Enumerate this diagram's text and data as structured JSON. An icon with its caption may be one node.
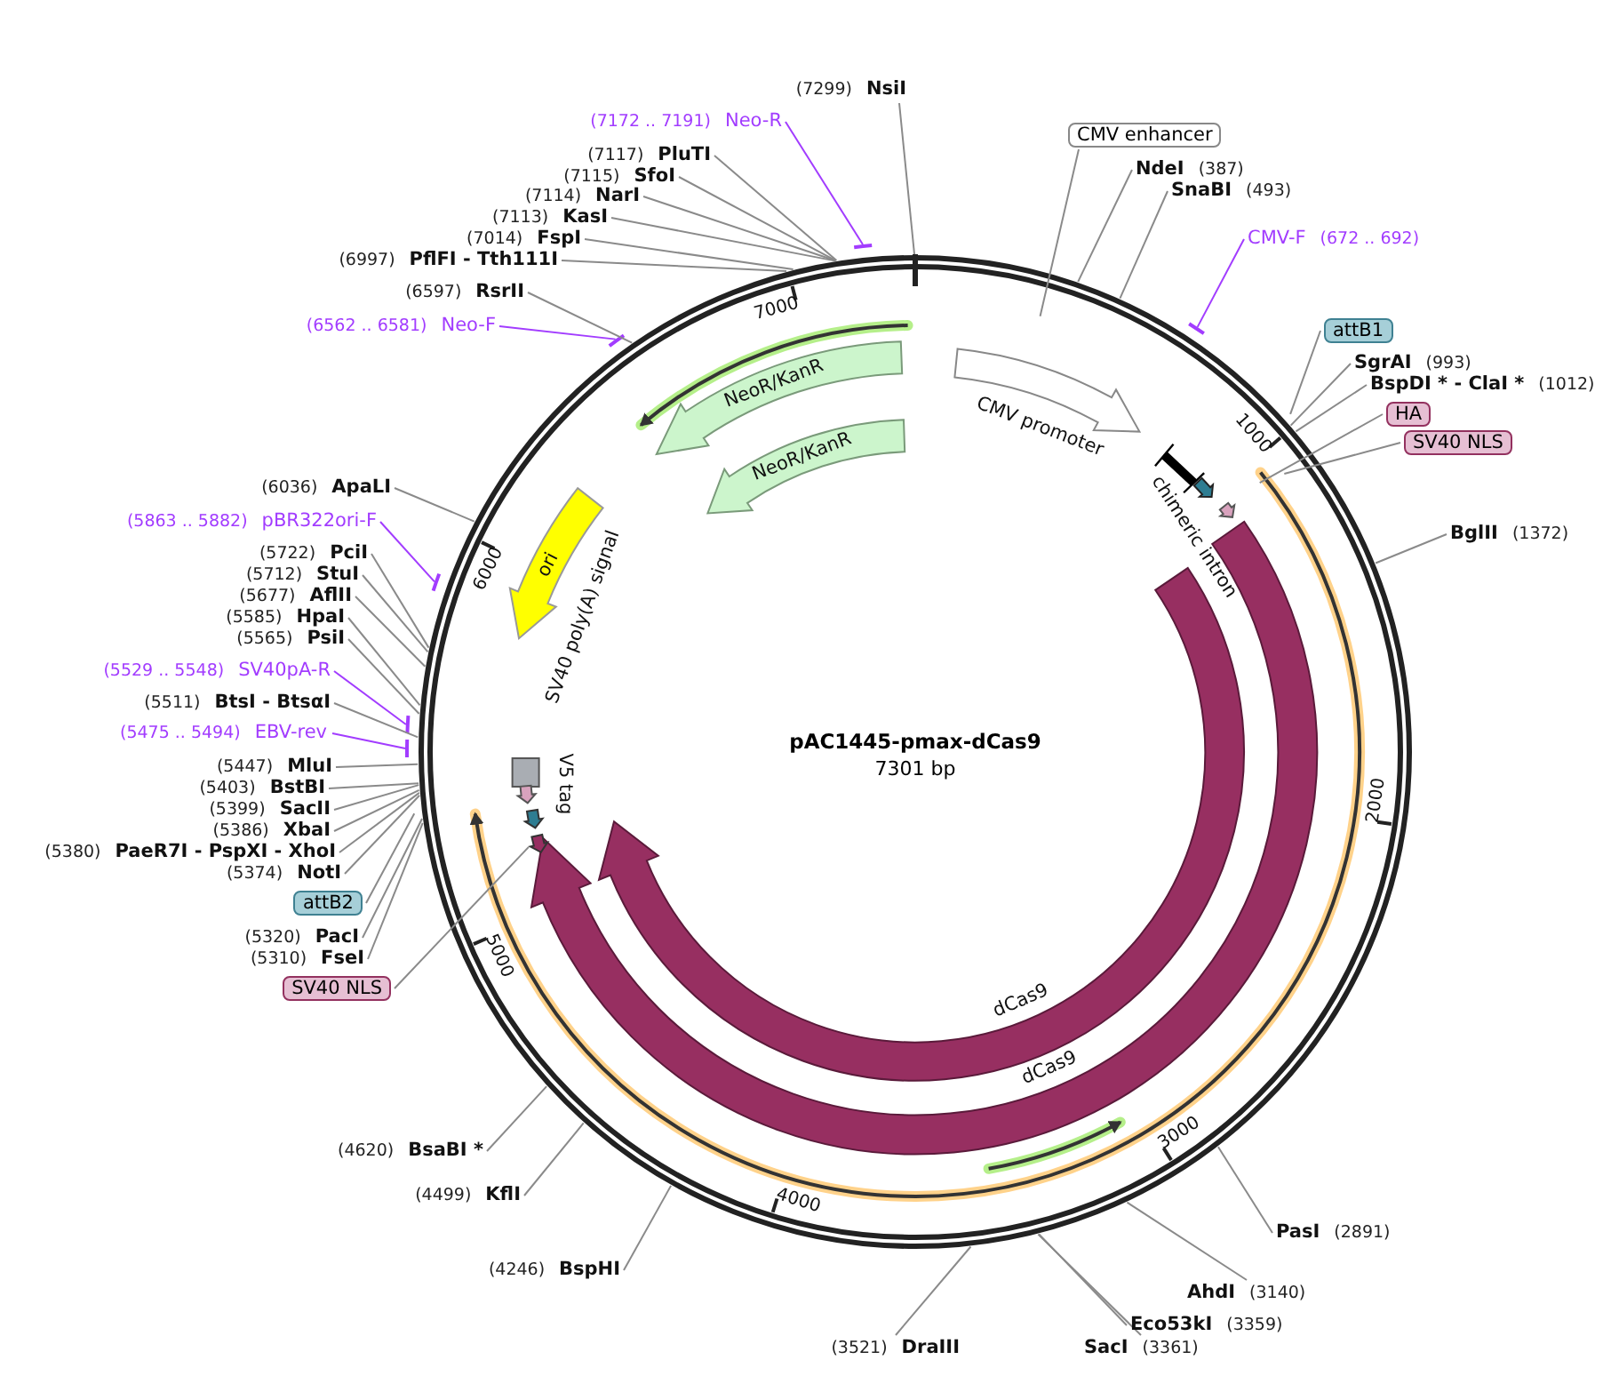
{
  "diagram": {
    "title": "pAC1445-pmax-dCas9",
    "nodes": [
      {
        "text": [
          "NsiI"
        ],
        "beside": [
          "(7299)"
        ]
      },
      {
        "text": [
          "Neo-R"
        ],
        "beside": [
          "(7172 .. 7191)"
        ]
      },
      {
        "text": [
          "PluTI"
        ],
        "beside": [
          "(7117)"
        ]
      },
      {
        "text": [
          "SfoI"
        ],
        "beside": [
          "(7115)"
        ]
      },
      {
        "text": [
          "NarI"
        ],
        "beside": [
          "(7114)"
        ]
      },
      {
        "text": [
          "KasI"
        ],
        "beside": [
          "(7113)"
        ]
      },
      {
        "text": [
          "FspI"
        ],
        "beside": [
          "(7014)"
        ]
      },
      {
        "text": [
          "PflFI - Tth111I"
        ],
        "beside": [
          "(6997)"
        ]
      },
      {
        "text": [
          "CMV enhancer"
        ]
      },
      {
        "text": [
          "NdeI"
        ],
        "beside": [
          "(387)"
        ]
      },
      {
        "text": [
          "SnaBI"
        ],
        "beside": [
          "(493)"
        ]
      },
      {
        "text": [
          "CMV-F"
        ],
        "beside": [
          "(672 .. 692)"
        ]
      },
      {
        "text": [
          "RsrII"
        ],
        "beside": [
          "(6597)"
        ]
      },
      {
        "text": [
          "Neo-F"
        ],
        "beside": [
          "(6562 .. 6581)"
        ]
      },
      {
        "text": [
          "attB1"
        ]
      },
      {
        "text": [
          "SgrAI"
        ],
        "beside": [
          "(993)"
        ]
      },
      {
        "text": [
          "BspDI * - ClaI *"
        ],
        "beside": [
          "(1012)"
        ]
      },
      {
        "text": [
          "HA"
        ]
      },
      {
        "text": [
          "SV40 NLS"
        ]
      },
      {
        "text": [
          "NeoR/KanR"
        ]
      },
      {
        "text": [
          "CMV promoter"
        ]
      },
      {
        "text": [
          "NeoR/KanR"
        ]
      },
      {
        "text": [
          "chimeric intron"
        ]
      },
      {
        "text": [
          "ApaLI"
        ],
        "beside": [
          "(6036)"
        ]
      },
      {
        "text": [
          "pBR322ori-F"
        ],
        "beside": [
          "(5863 .. 5882)"
        ]
      },
      {
        "text": [
          "ori"
        ]
      },
      {
        "text": [
          "BglII"
        ],
        "beside": [
          "(1372)"
        ]
      },
      {
        "text": [
          "PciI"
        ],
        "beside": [
          "(5722)"
        ]
      },
      {
        "text": [
          "StuI"
        ],
        "beside": [
          "(5712)"
        ]
      },
      {
        "text": [
          "AflII"
        ],
        "beside": [
          "(5677)"
        ]
      },
      {
        "text": [
          "HpaI"
        ],
        "beside": [
          "(5585)"
        ]
      },
      {
        "text": [
          "PsiI"
        ],
        "beside": [
          "(5565)"
        ]
      },
      {
        "text": [
          "SV40 poly(A) signal"
        ]
      },
      {
        "text": [
          "SV40pA-R"
        ],
        "beside": [
          "(5529 .. 5548)"
        ]
      },
      {
        "text": [
          "BtsI - BtsαI"
        ],
        "beside": [
          "(5511)"
        ]
      },
      {
        "text": [
          "EBV-rev"
        ],
        "beside": [
          "(5475 .. 5494)"
        ]
      },
      {
        "text": [
          "MluI"
        ],
        "beside": [
          "(5447)"
        ]
      },
      {
        "text": [
          "V5 tag"
        ]
      },
      {
        "text": [
          "BstBI"
        ],
        "beside": [
          "(5403)"
        ]
      },
      {
        "text": [
          "SacII"
        ],
        "beside": [
          "(5399)"
        ]
      },
      {
        "text": [
          "XbaI"
        ],
        "beside": [
          "(5386)"
        ]
      },
      {
        "text": [
          "PaeR7I - PspXI - XhoI"
        ],
        "beside": [
          "(5380)"
        ]
      },
      {
        "text": [
          "NotI"
        ],
        "beside": [
          "(5374)"
        ]
      },
      {
        "text": [
          "attB2"
        ]
      },
      {
        "text": [
          "PacI"
        ],
        "beside": [
          "(5320)"
        ]
      },
      {
        "text": [
          "FseI"
        ],
        "beside": [
          "(5310)"
        ]
      },
      {
        "text": [
          "SV40 NLS"
        ]
      },
      {
        "text": [
          "dCas9"
        ]
      },
      {
        "text": [
          "dCas9"
        ]
      },
      {
        "text": [
          "BsaBI *"
        ],
        "beside": [
          "(4620)"
        ]
      },
      {
        "text": [
          "KflI"
        ],
        "beside": [
          "(4499)"
        ]
      },
      {
        "text": [
          "PasI"
        ],
        "beside": [
          "(2891)"
        ]
      },
      {
        "text": [
          "BspHI"
        ],
        "beside": [
          "(4246)"
        ]
      },
      {
        "text": [
          "AhdI"
        ],
        "beside": [
          "(3140)"
        ]
      },
      {
        "text": [
          "Eco53kI"
        ],
        "beside": [
          "(3359)"
        ]
      },
      {
        "text": [
          "DraIII"
        ],
        "beside": [
          "(3521)"
        ]
      },
      {
        "text": [
          "SacI"
        ],
        "beside": [
          "(3361)"
        ]
      },
      {
        "text": [],
        "shape": "arrow"
      }
    ],
    "edges": [
      {
        "from": 0,
        "to": null,
        "arrow": "none"
      },
      {
        "from": 1,
        "to": null,
        "arrow": "none",
        "color": "#a23cff"
      },
      {
        "from": 2,
        "to": null,
        "arrow": "none"
      },
      {
        "from": 3,
        "to": null,
        "arrow": "none"
      },
      {
        "from": 4,
        "to": null,
        "arrow": "none"
      },
      {
        "from": 5,
        "to": null,
        "arrow": "none"
      },
      {
        "from": 6,
        "to": null,
        "arrow": "none"
      },
      {
        "from": 7,
        "to": null,
        "arrow": "none"
      },
      {
        "from": 8,
        "to": null,
        "arrow": "none"
      },
      {
        "from": 9,
        "to": null,
        "arrow": "none"
      },
      {
        "from": 10,
        "to": null,
        "arrow": "none"
      },
      {
        "from": 11,
        "to": null,
        "arrow": "none",
        "color": "#a23cff"
      },
      {
        "from": 12,
        "to": null,
        "arrow": "none"
      },
      {
        "from": 13,
        "to": null,
        "arrow": "none",
        "color": "#a23cff"
      },
      {
        "from": 14,
        "to": null,
        "arrow": "none"
      },
      {
        "from": 15,
        "to": null,
        "arrow": "none"
      },
      {
        "from": 16,
        "to": null,
        "arrow": "none"
      },
      {
        "from": 17,
        "to": null,
        "arrow": "none"
      },
      {
        "from": 18,
        "to": null,
        "arrow": "none"
      },
      {
        "from": 23,
        "to": null,
        "arrow": "none"
      },
      {
        "from": 24,
        "to": null,
        "arrow": "none",
        "color": "#a23cff"
      },
      {
        "from": 26,
        "to": null,
        "arrow": "none"
      },
      {
        "from": 27,
        "to": null,
        "arrow": "none"
      },
      {
        "from": 28,
        "to": null,
        "arrow": "none"
      },
      {
        "from": 29,
        "to": null,
        "arrow": "none"
      },
      {
        "from": 30,
        "to": null,
        "arrow": "none"
      },
      {
        "from": 31,
        "to": null,
        "arrow": "none"
      },
      {
        "from": 33,
        "to": null,
        "arrow": "none",
        "color": "#a23cff"
      },
      {
        "from": 34,
        "to": null,
        "arrow": "none"
      },
      {
        "from": 35,
        "to": null,
        "arrow": "none",
        "color": "#a23cff"
      },
      {
        "from": 36,
        "to": null,
        "arrow": "none"
      },
      {
        "from": 38,
        "to": null,
        "arrow": "none"
      },
      {
        "from": 39,
        "to": null,
        "arrow": "none"
      },
      {
        "from": 40,
        "to": null,
        "arrow": "none"
      },
      {
        "from": 41,
        "to": null,
        "arrow": "none"
      },
      {
        "from": 42,
        "to": null,
        "arrow": "none"
      },
      {
        "from": 43,
        "to": null,
        "arrow": "none"
      },
      {
        "from": 44,
        "to": null,
        "arrow": "none"
      },
      {
        "from": 45,
        "to": null,
        "arrow": "none"
      },
      {
        "from": 46,
        "to": 57,
        "arrow": "none"
      },
      {
        "from": 49,
        "to": null,
        "arrow": "none"
      },
      {
        "from": 50,
        "to": null,
        "arrow": "none"
      },
      {
        "from": 51,
        "to": null,
        "arrow": "none"
      },
      {
        "from": 52,
        "to": null,
        "arrow": "none"
      },
      {
        "from": 53,
        "to": null,
        "arrow": "none"
      },
      {
        "from": 54,
        "to": null,
        "arrow": "none"
      },
      {
        "from": 55,
        "to": null,
        "arrow": "none"
      },
      {
        "from": 56,
        "to": null,
        "arrow": "none"
      }
    ],
    "labels": [
      "7000",
      "1000",
      "6000",
      "7301 bp",
      "2000",
      "5000",
      "3000",
      "4000"
    ]
  }
}
